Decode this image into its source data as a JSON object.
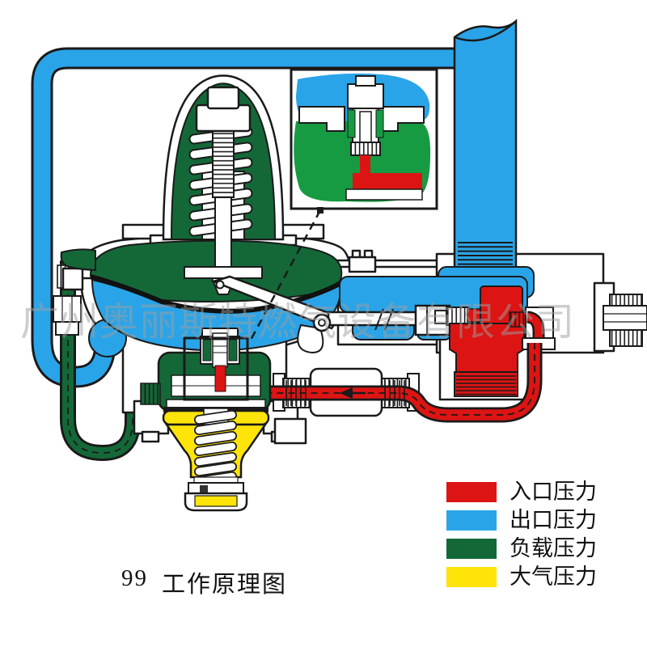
{
  "figure": {
    "caption_number": "99",
    "caption_title": "工作原理图",
    "watermark": "广州奥丽斯特燃气设备有限公司"
  },
  "legend": {
    "items": [
      {
        "label": "入口压力",
        "color": "#dc1413",
        "swatch_style": "background:#dc1413"
      },
      {
        "label": "出口压力",
        "color": "#2aa4e8",
        "swatch_style": "background:#2aa4e8"
      },
      {
        "label": "负载压力",
        "color": "#146838",
        "swatch_style": "background:#146838"
      },
      {
        "label": "大气压力",
        "color": "#ffe40a",
        "swatch_style": "background:#ffe40a"
      }
    ]
  },
  "diagram": {
    "colors": {
      "inlet_pressure": "#dc1413",
      "outlet_pressure": "#2aa4e8",
      "load_pressure": "#146838",
      "atmospheric_pressure": "#ffe40a",
      "detail_green": "#169b42",
      "outline": "#1a1a1a"
    }
  }
}
